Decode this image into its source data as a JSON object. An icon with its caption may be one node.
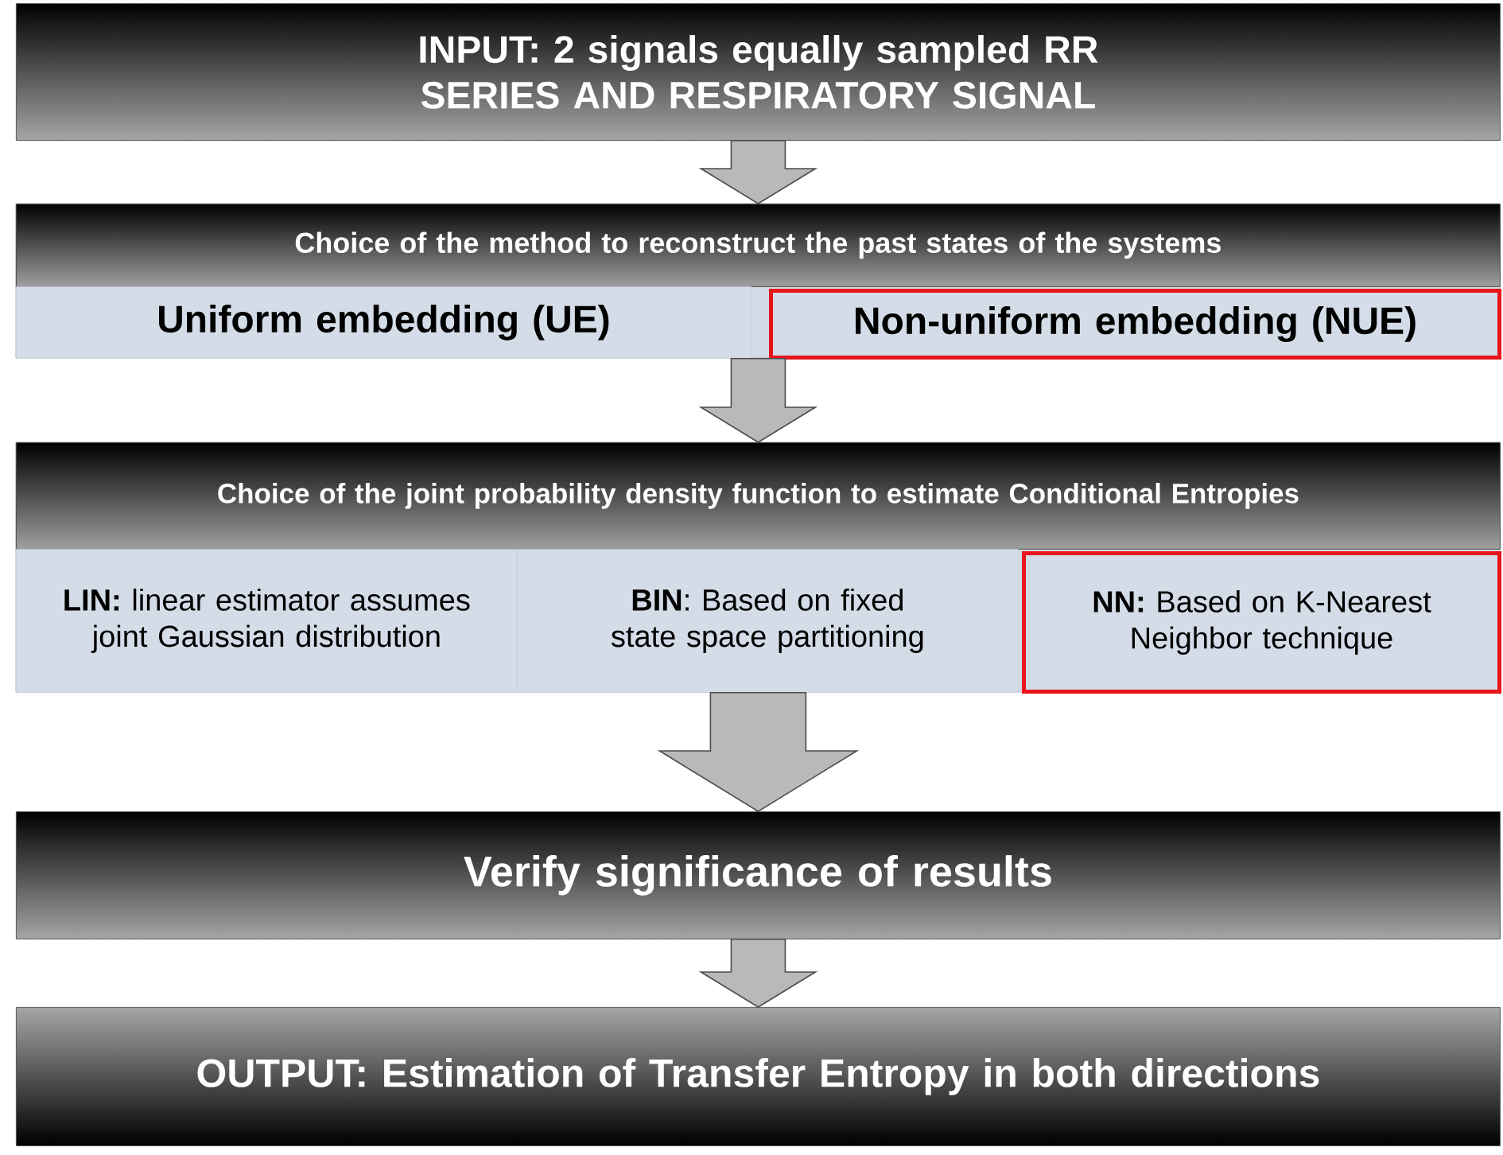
{
  "diagram": {
    "nodes": [
      {
        "text": [
          "INPUT: 2 signals equally sampled RR SERIES AND RESPIRATORY SIGNAL"
        ]
      },
      {
        "text": [
          "Choice of the method to reconstruct the past states of the systems"
        ]
      },
      {
        "text": [
          "Uniform embedding (UE)"
        ],
        "in": 1
      },
      {
        "text": [
          "Non-uniform embedding (NUE)"
        ],
        "in": 1
      },
      {
        "text": [
          "Choice of the joint probability density function to estimate Conditional Entropies"
        ]
      },
      {
        "text": [
          "**LIN:** linear estimator assumes joint Gaussian distribution"
        ],
        "in": 4
      },
      {
        "text": [
          "**BIN**: Based on fixed state space partitioning"
        ],
        "in": 4
      },
      {
        "text": [
          "**NN:** Based on K-Nearest Neighbor technique"
        ],
        "in": 4
      },
      {
        "text": [
          "Verify significance of results"
        ]
      },
      {
        "text": [
          "OUTPUT: Estimation of Transfer Entropy in both directions"
        ]
      }
    ],
    "edges": [
      {
        "from": 0,
        "to": 1,
        "arrow": "to"
      },
      {
        "from": 1,
        "to": 4,
        "arrow": "to"
      },
      {
        "from": 4,
        "to": 8,
        "arrow": "to"
      },
      {
        "from": 8,
        "to": 9,
        "arrow": "to"
      }
    ]
  }
}
